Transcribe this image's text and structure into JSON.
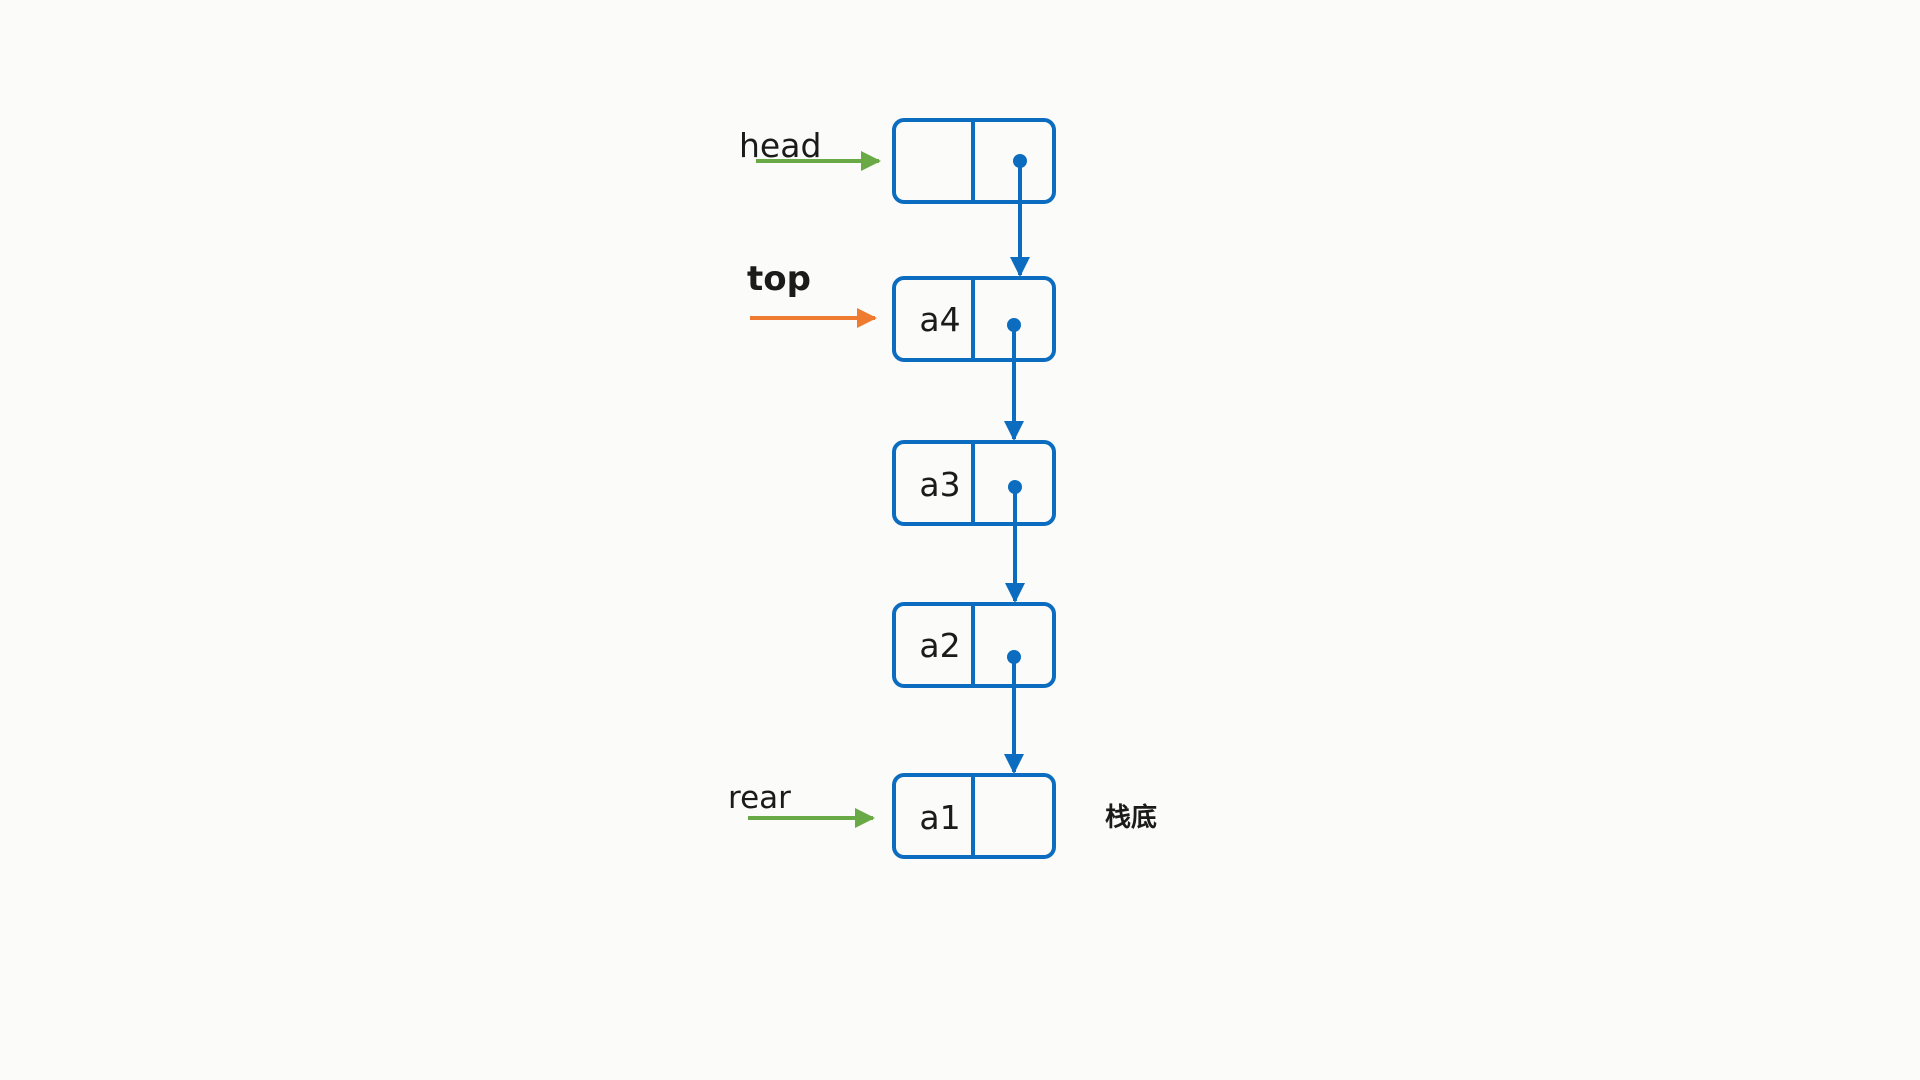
{
  "colors": {
    "node_stroke": "#0c6dc0",
    "link": "#0c6dc0",
    "head_arrow": "#6aaa46",
    "rear_arrow": "#6aaa46",
    "top_arrow": "#ee7b30",
    "background": "#fbfbfa"
  },
  "pointers": {
    "head": "head",
    "top": "top",
    "rear": "rear"
  },
  "bottom_label": "栈底",
  "nodes": [
    {
      "value": ""
    },
    {
      "value": "a4"
    },
    {
      "value": "a3"
    },
    {
      "value": "a2"
    },
    {
      "value": "a1"
    }
  ]
}
